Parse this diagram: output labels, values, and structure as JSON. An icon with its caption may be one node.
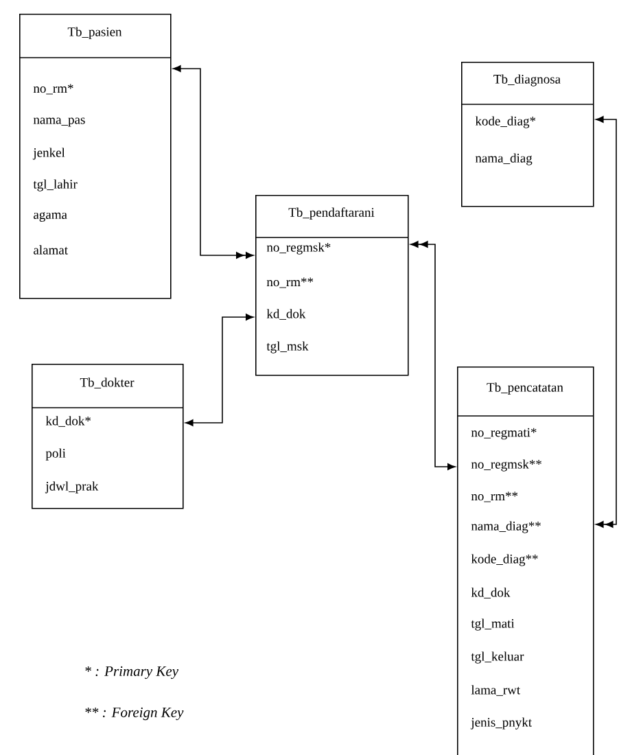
{
  "diagram": {
    "nodes": [
      {
        "text": [
          "Tb_pasien",
          "no_rm*",
          "nama_pas",
          "jenkel",
          "tgl_lahir",
          "agama",
          "alamat"
        ]
      },
      {
        "text": [
          "Tb_diagnosa",
          "kode_diag*",
          "nama_diag"
        ]
      },
      {
        "text": [
          "Tb_pendaftarani",
          "no_regmsk*",
          "no_rm**",
          "kd_dok",
          "tgl_msk"
        ]
      },
      {
        "text": [
          "Tb_dokter",
          "kd_dok*",
          "poli",
          "jdwl_prak"
        ]
      },
      {
        "text": [
          "Tb_pencatatan",
          "no_regmati*",
          "no_regmsk**",
          "no_rm**",
          "nama_diag**",
          "kode_diag**",
          "kd_dok",
          "tgl_mati",
          "tgl_keluar",
          "lama_rwt",
          "jenis_pnykt"
        ]
      }
    ],
    "edges": [
      {
        "from": 0,
        "to": 2,
        "arrow": "both"
      },
      {
        "from": 3,
        "to": 2,
        "arrow": "both"
      },
      {
        "from": 2,
        "to": 4,
        "arrow": "both"
      },
      {
        "from": 1,
        "to": 4,
        "arrow": "both"
      }
    ],
    "labels": [
      "*  : Primary Key",
      "** : Foreign Key"
    ]
  }
}
